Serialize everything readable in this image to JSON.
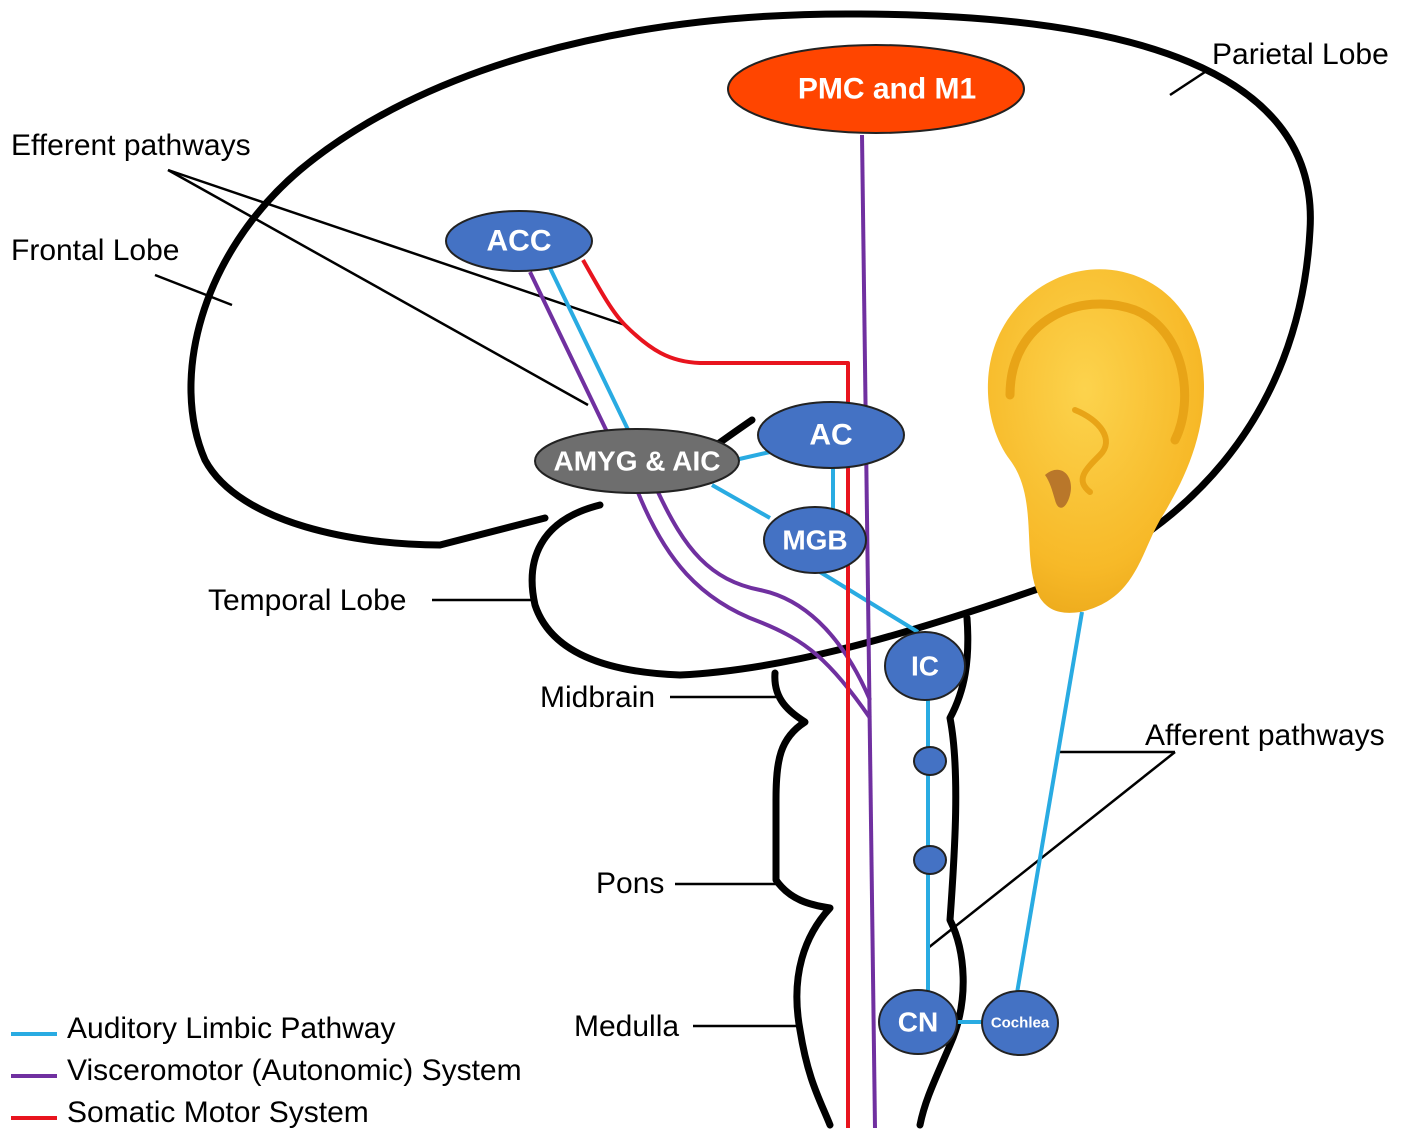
{
  "colors": {
    "auditory": "#29abe2",
    "visceromotor": "#7030a0",
    "somatic": "#e8141e",
    "node_blue": "#4472c4",
    "node_gray": "#6e6e6e",
    "node_orange": "#ff4500",
    "ear": "#f7b928"
  },
  "regions": {
    "parietal": "Parietal Lobe",
    "efferent": "Efferent pathways",
    "frontal": "Frontal Lobe",
    "temporal": "Temporal Lobe",
    "midbrain": "Midbrain",
    "pons": "Pons",
    "medulla": "Medulla",
    "afferent": "Afferent pathways"
  },
  "nodes": {
    "pmc": "PMC and M1",
    "acc": "ACC",
    "amyg": "AMYG & AIC",
    "ac": "AC",
    "mgb": "MGB",
    "ic": "IC",
    "cn": "CN",
    "cochlea": "Cochlea"
  },
  "icons": {
    "ear": "ear-icon"
  },
  "legend": [
    {
      "label": "Auditory Limbic Pathway",
      "color": "#29abe2"
    },
    {
      "label": "Visceromotor (Autonomic) System",
      "color": "#7030a0"
    },
    {
      "label": "Somatic Motor System",
      "color": "#e8141e"
    }
  ]
}
